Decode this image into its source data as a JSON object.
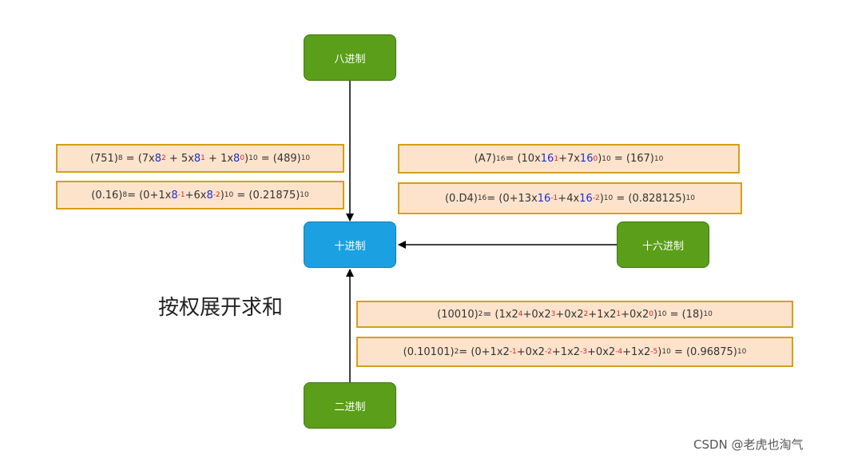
{
  "nodes": {
    "octal": "八进制",
    "decimal": "十进制",
    "hex": "十六进制",
    "binary": "二进制"
  },
  "title": "按权展开求和",
  "watermark": "CSDN @老虎也淘气",
  "formulas": {
    "octal_int": [
      {
        "t": "(751)"
      },
      {
        "t": "8",
        "k": "sub"
      },
      {
        "t": " = (7x"
      },
      {
        "t": "8",
        "k": "bl"
      },
      {
        "t": "2",
        "k": "supr"
      },
      {
        "t": " + 5x"
      },
      {
        "t": "8",
        "k": "bl"
      },
      {
        "t": "1",
        "k": "supr"
      },
      {
        "t": " + 1x"
      },
      {
        "t": "8",
        "k": "bl"
      },
      {
        "t": "0",
        "k": "supr"
      },
      {
        "t": ")"
      },
      {
        "t": "10",
        "k": "sub"
      },
      {
        "t": " = (489)"
      },
      {
        "t": "10",
        "k": "sub"
      }
    ],
    "octal_frac": [
      {
        "t": "(0.16)"
      },
      {
        "t": "8",
        "k": "sub"
      },
      {
        "t": "= (0+1x"
      },
      {
        "t": "8",
        "k": "bl"
      },
      {
        "t": "-1",
        "k": "supr"
      },
      {
        "t": "+6x"
      },
      {
        "t": "8",
        "k": "bl"
      },
      {
        "t": "-2",
        "k": "supr"
      },
      {
        "t": ")"
      },
      {
        "t": "10",
        "k": "sub"
      },
      {
        "t": " = (0.21875)"
      },
      {
        "t": "10",
        "k": "sub"
      }
    ],
    "hex_int": [
      {
        "t": "(A7)"
      },
      {
        "t": "16",
        "k": "sub"
      },
      {
        "t": "= (10x"
      },
      {
        "t": "16",
        "k": "bl"
      },
      {
        "t": "1",
        "k": "supr"
      },
      {
        "t": "+7x"
      },
      {
        "t": "16",
        "k": "bl"
      },
      {
        "t": "0",
        "k": "supr"
      },
      {
        "t": ")"
      },
      {
        "t": "10",
        "k": "sub"
      },
      {
        "t": " = (167)"
      },
      {
        "t": "10",
        "k": "sub"
      }
    ],
    "hex_frac": [
      {
        "t": "(0.D4)"
      },
      {
        "t": "16",
        "k": "sub"
      },
      {
        "t": "= (0+13x"
      },
      {
        "t": "16",
        "k": "bl"
      },
      {
        "t": "-1",
        "k": "supr"
      },
      {
        "t": "+4x"
      },
      {
        "t": "16",
        "k": "bl"
      },
      {
        "t": "-2",
        "k": "supr"
      },
      {
        "t": ")"
      },
      {
        "t": "10",
        "k": "sub"
      },
      {
        "t": " = (0.828125)"
      },
      {
        "t": "10",
        "k": "sub"
      }
    ],
    "bin_int": [
      {
        "t": "(10010)"
      },
      {
        "t": "2",
        "k": "sub"
      },
      {
        "t": "= (1x2"
      },
      {
        "t": "4",
        "k": "supr"
      },
      {
        "t": "+0x2"
      },
      {
        "t": "3",
        "k": "supr"
      },
      {
        "t": "+0x2"
      },
      {
        "t": "2",
        "k": "supr"
      },
      {
        "t": "+1x2"
      },
      {
        "t": "1",
        "k": "supr"
      },
      {
        "t": "+0x2"
      },
      {
        "t": "0",
        "k": "supr"
      },
      {
        "t": ")"
      },
      {
        "t": "10",
        "k": "sub"
      },
      {
        "t": " = (18)"
      },
      {
        "t": "10",
        "k": "sub"
      }
    ],
    "bin_frac": [
      {
        "t": "(0.10101)"
      },
      {
        "t": "2",
        "k": "sub"
      },
      {
        "t": "= (0+1x2"
      },
      {
        "t": "-1",
        "k": "supr"
      },
      {
        "t": "+0x2"
      },
      {
        "t": "-2",
        "k": "supr"
      },
      {
        "t": "+1x2"
      },
      {
        "t": "-3",
        "k": "supr"
      },
      {
        "t": "+0x2"
      },
      {
        "t": "-4",
        "k": "supr"
      },
      {
        "t": "+1x2"
      },
      {
        "t": "-5",
        "k": "supr"
      },
      {
        "t": ")"
      },
      {
        "t": "10",
        "k": "sub"
      },
      {
        "t": " = (0.96875)"
      },
      {
        "t": "10",
        "k": "sub"
      }
    ]
  }
}
